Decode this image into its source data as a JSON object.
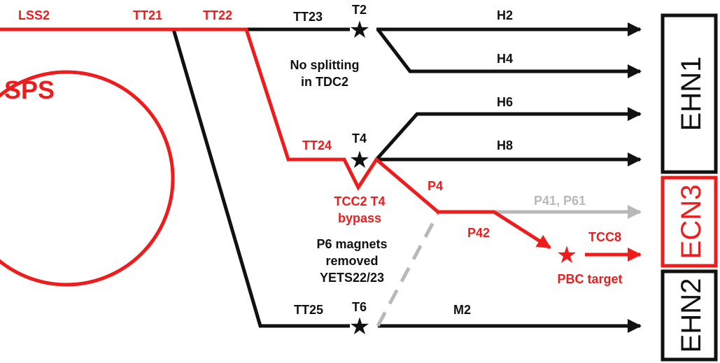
{
  "colors": {
    "red": "#ee1c1c",
    "black": "#111111",
    "grey": "#b8b8b8"
  },
  "labels": {
    "lss2": "LSS2",
    "tt21": "TT21",
    "tt22": "TT22",
    "tt23": "TT23",
    "t2": "T2",
    "h2": "H2",
    "h4": "H4",
    "no_split_1": "No splitting",
    "no_split_2": "in TDC2",
    "sps": "SPS",
    "h6": "H6",
    "tt24": "TT24",
    "t4": "T4",
    "h8": "H8",
    "tcc2_1": "TCC2 T4",
    "tcc2_2": "bypass",
    "p4": "P4",
    "p41_p61": "P41, P61",
    "p42": "P42",
    "tcc8": "TCC8",
    "pbc": "PBC target",
    "p6_1": "P6 magnets",
    "p6_2": "removed",
    "p6_3": "YETS22/23",
    "tt25": "TT25",
    "t6": "T6",
    "m2": "M2"
  },
  "halls": {
    "ehn1": "EHN1",
    "ecn3": "ECN3",
    "ehn2": "EHN2"
  }
}
